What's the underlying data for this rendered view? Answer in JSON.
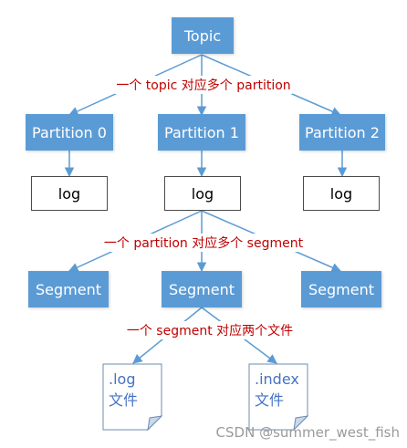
{
  "nodes": {
    "topic": "Topic",
    "partitions": [
      "Partition 0",
      "Partition 1",
      "Partition 2"
    ],
    "logs": [
      "log",
      "log",
      "log"
    ],
    "segments": [
      "Segment",
      "Segment",
      "Segment"
    ],
    "files": [
      {
        "name": ".log",
        "kind": "文件"
      },
      {
        "name": ".index",
        "kind": "文件"
      }
    ]
  },
  "annotations": {
    "topic_to_partition": "一个 topic 对应多个 partition",
    "partition_to_segment": "一个 partition 对应多个 segment",
    "segment_to_files": "一个 segment 对应两个文件"
  },
  "watermark": "CSDN @summer_west_fish",
  "colors": {
    "box_fill": "#5b9bd5",
    "connector": "#5b9bd5",
    "annotation": "#c00000",
    "file_text": "#4472c4"
  }
}
